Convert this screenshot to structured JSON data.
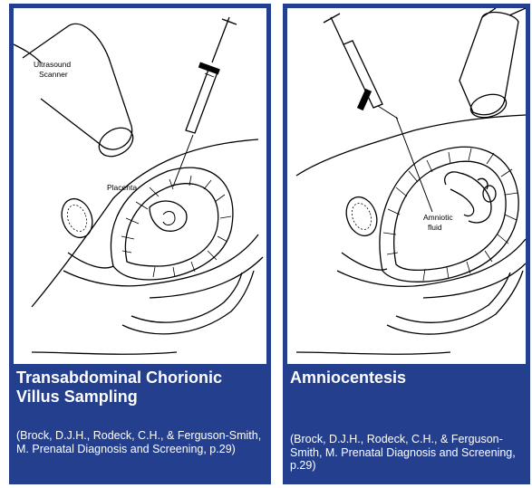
{
  "panels": [
    {
      "title": "Transabdominal Chorionic Villus Sampling",
      "citation": "(Brock, D.J.H., Rodeck, C.H., & Ferguson-Smith, M. Prenatal Diagnosis and Screening, p.29)",
      "labels": {
        "scanner_line1": "Ultrasound",
        "scanner_line2": "Scanner",
        "placenta": "Placenta"
      }
    },
    {
      "title": "Amniocentesis",
      "citation": "(Brock, D.J.H., Rodeck, C.H., & Ferguson-Smith, M. Prenatal Diagnosis and Screening, p.29)",
      "labels": {
        "fluid_line1": "Amniotic",
        "fluid_line2": "fluid"
      }
    }
  ],
  "colors": {
    "panel_background": "#233f8e",
    "text": "#ffffff",
    "illustration_background": "#ffffff"
  }
}
